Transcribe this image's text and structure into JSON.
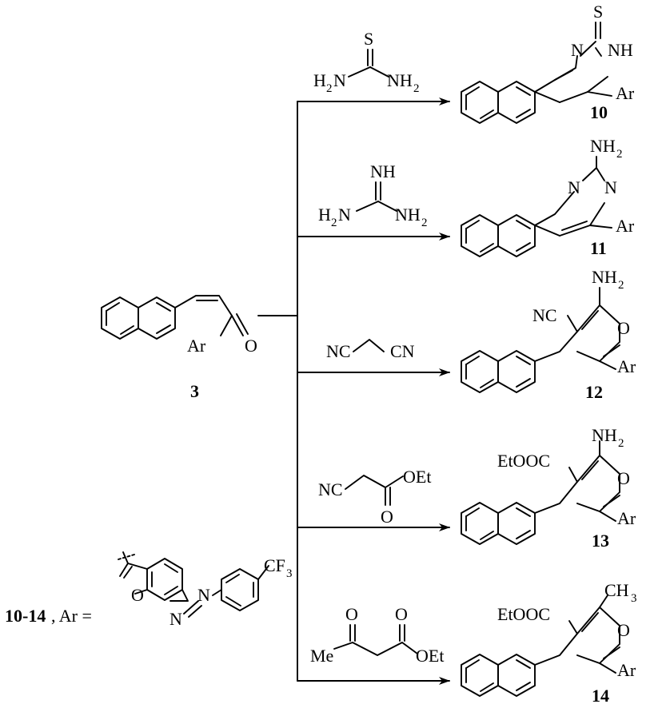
{
  "starting_material": {
    "number": "3",
    "ar": "Ar",
    "o": "O"
  },
  "aryl_definition": {
    "range": "10-14",
    "ar_prefix": ", Ar =",
    "o": "O",
    "n1": "N",
    "n2": "N",
    "cf3": "CF",
    "cf3_sub": "3"
  },
  "reagents": {
    "r10": {
      "s": "S",
      "h2n": "H",
      "h2n_sub": "2",
      "h2n_n": "N",
      "nh2": "NH",
      "nh2_sub": "2"
    },
    "r11": {
      "nh": "NH",
      "h2n": "H",
      "h2n_sub": "2",
      "h2n_n": "N",
      "nh2": "NH",
      "nh2_sub": "2"
    },
    "r12": {
      "nc_left": "NC",
      "cn_right": "CN"
    },
    "r13": {
      "nc": "NC",
      "oet": "OEt",
      "o": "O"
    },
    "r14": {
      "o": "O",
      "o2": "O",
      "me": "Me",
      "oet": "OEt"
    }
  },
  "products": {
    "p10": {
      "number": "10",
      "s": "S",
      "n": "N",
      "nh": "NH",
      "ar": "Ar"
    },
    "p11": {
      "number": "11",
      "nh2": "NH",
      "nh2_sub": "2",
      "n_left": "N",
      "n_right": "N",
      "ar": "Ar"
    },
    "p12": {
      "number": "12",
      "nh2": "NH",
      "nh2_sub": "2",
      "nc": "NC",
      "o": "O",
      "ar": "Ar"
    },
    "p13": {
      "number": "13",
      "nh2": "NH",
      "nh2_sub": "2",
      "ester": "EtOOC",
      "o": "O",
      "ar": "Ar"
    },
    "p14": {
      "number": "14",
      "ch3": "CH",
      "ch3_sub": "3",
      "ester": "EtOOC",
      "o": "O",
      "ar": "Ar"
    }
  }
}
